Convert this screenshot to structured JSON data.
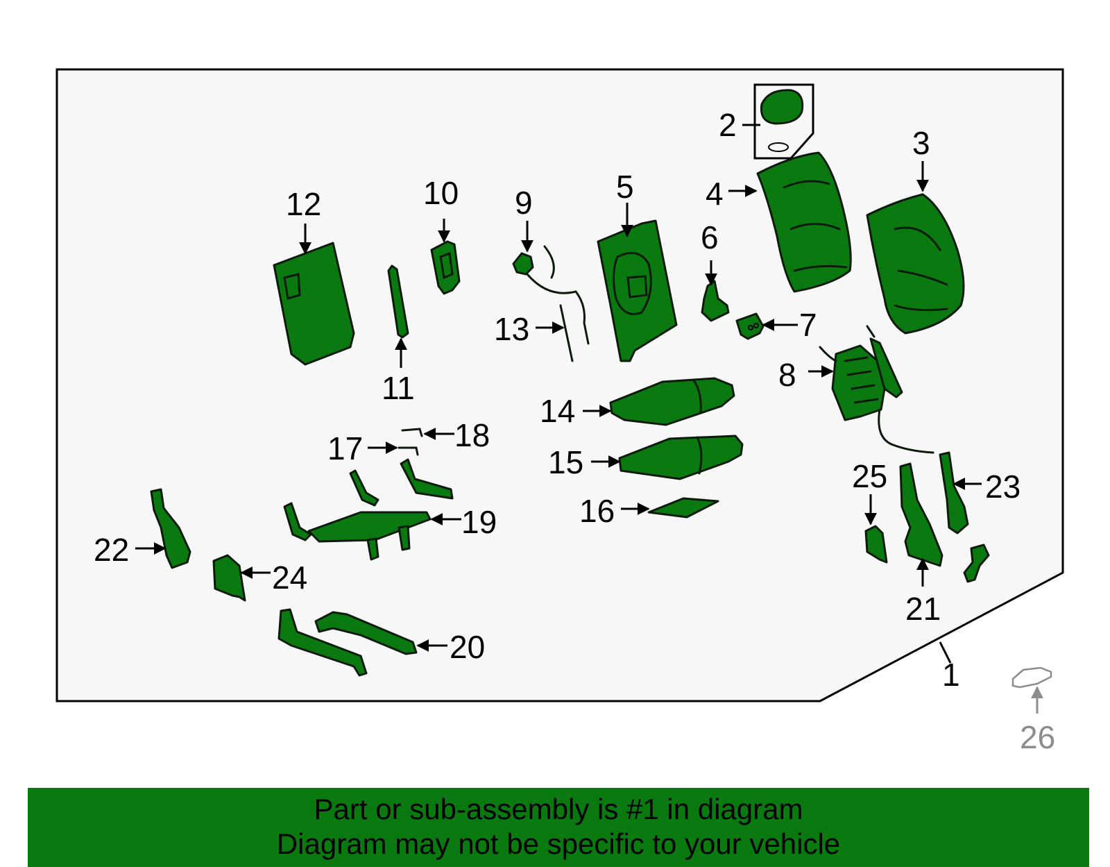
{
  "diagram": {
    "colors": {
      "part_fill": "#0a7a10",
      "panel_fill": "#f7f7f7",
      "outline": "#000000",
      "muted": "#8c8c8c"
    },
    "callouts": [
      "1",
      "2",
      "3",
      "4",
      "5",
      "6",
      "7",
      "8",
      "9",
      "10",
      "11",
      "12",
      "13",
      "14",
      "15",
      "16",
      "17",
      "18",
      "19",
      "20",
      "21",
      "22",
      "23",
      "24",
      "25",
      "26"
    ]
  },
  "footer": {
    "line1": "Part or sub-assembly is #1 in diagram",
    "line2": "Diagram may not be specific to your vehicle"
  }
}
